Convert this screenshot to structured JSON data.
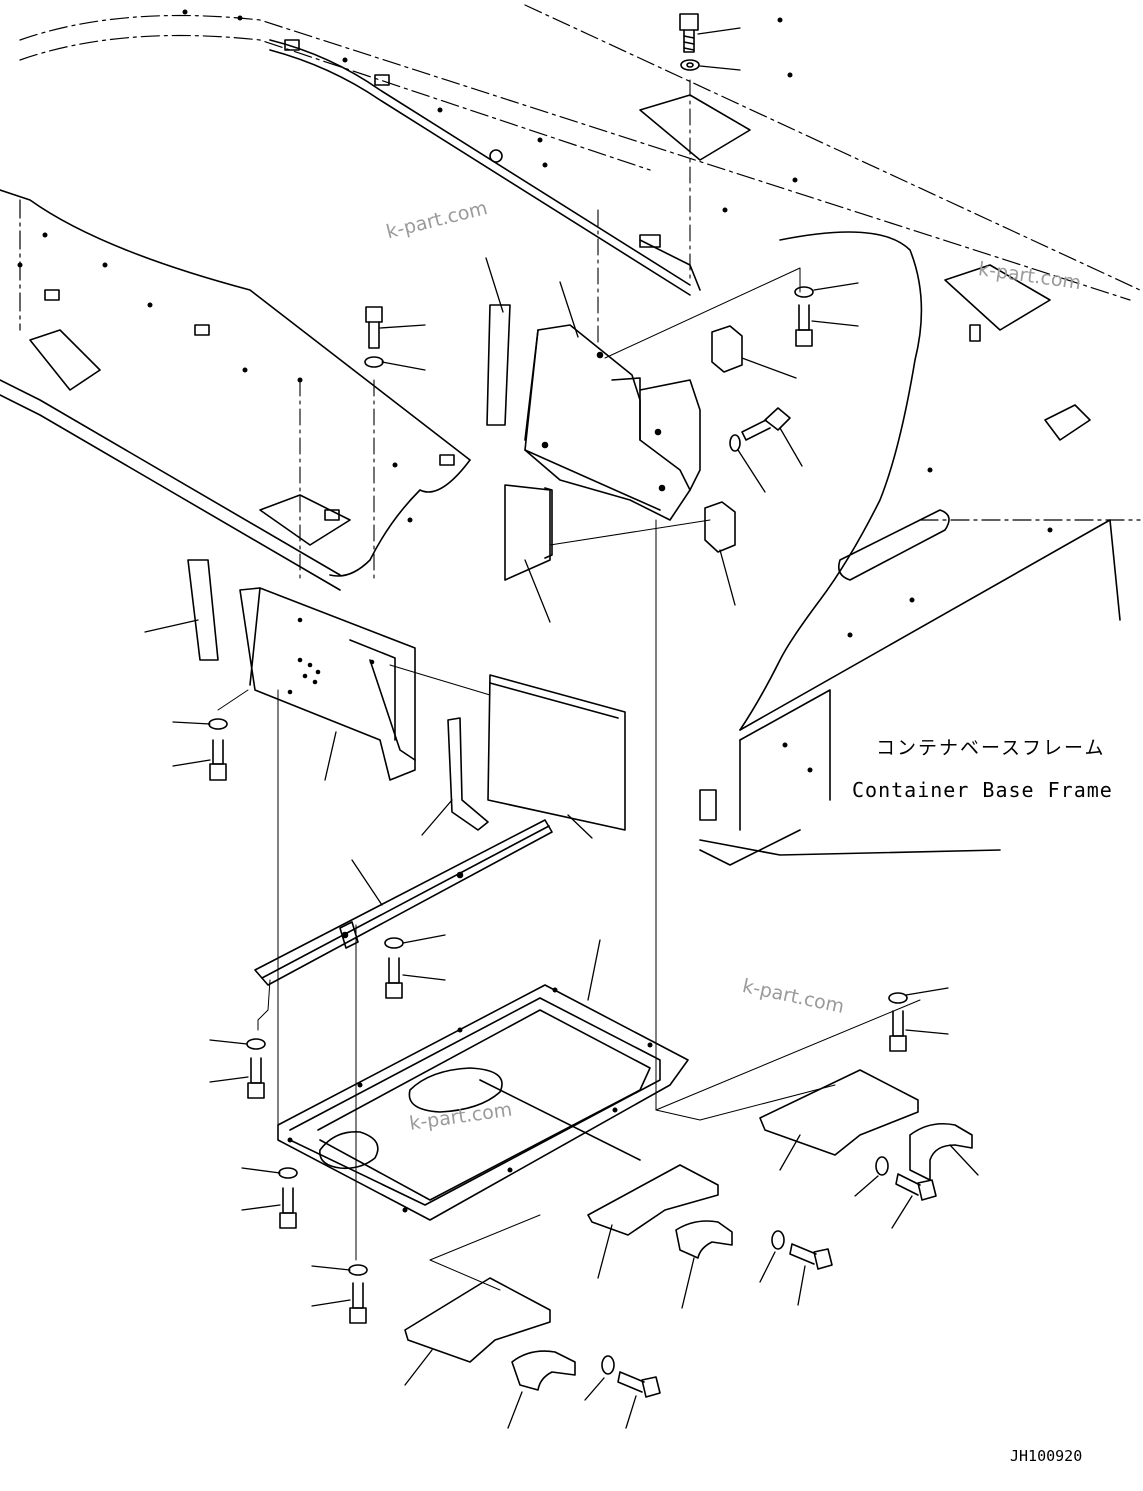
{
  "frame_label": {
    "japanese": "コンテナベースフレーム",
    "english": "Container Base Frame"
  },
  "watermarks": [
    "k-part.com",
    "k-part.com",
    "k-part.com",
    "k-part.com"
  ],
  "drawing_code": "JH100920",
  "icons": [
    "bolt-icon",
    "washer-icon",
    "bracket-icon",
    "clamp-icon",
    "plate-icon"
  ]
}
